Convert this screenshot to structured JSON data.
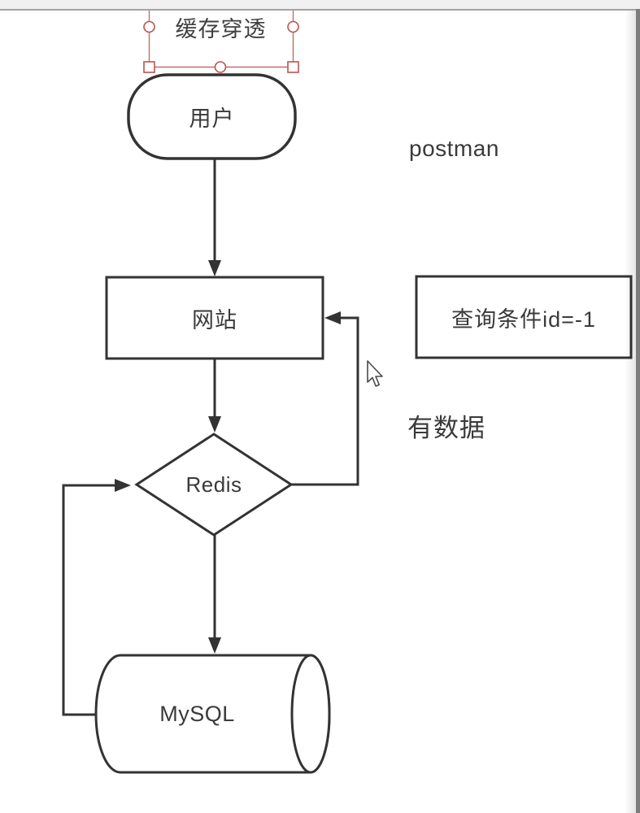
{
  "colors": {
    "shape_stroke": "#333333",
    "text": "#3a3a3a",
    "selection_accent": "#b85450",
    "canvas_bg": "#ffffff",
    "top_bar_bg": "#f0f0f0",
    "right_edge_bg": "#7d7d7d"
  },
  "diagram": {
    "title_label": {
      "text": "缓存穿透",
      "selected": true
    },
    "nodes": [
      {
        "id": "user",
        "label": "用户",
        "shape": "stadium"
      },
      {
        "id": "website",
        "label": "网站",
        "shape": "rectangle"
      },
      {
        "id": "redis",
        "label": "Redis",
        "shape": "diamond"
      },
      {
        "id": "mysql",
        "label": "MySQL",
        "shape": "cylinder"
      }
    ],
    "edges": [
      {
        "from": "user",
        "to": "website",
        "style": "arrow-down"
      },
      {
        "from": "website",
        "to": "redis",
        "style": "arrow-down"
      },
      {
        "from": "redis",
        "to": "mysql",
        "style": "arrow-down"
      },
      {
        "from": "redis",
        "to": "website",
        "style": "arrow-right-then-up"
      },
      {
        "from": "mysql",
        "to": "redis",
        "style": "arrow-left-then-up"
      }
    ],
    "annotations": [
      {
        "id": "postman",
        "text": "postman",
        "boxed": false
      },
      {
        "id": "query-condition",
        "text": "查询条件id=-1",
        "boxed": true
      },
      {
        "id": "has-data",
        "text": "有数据",
        "boxed": false
      }
    ]
  }
}
